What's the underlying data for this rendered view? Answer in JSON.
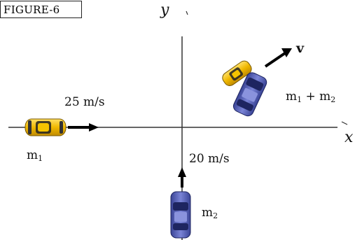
{
  "figure": {
    "label": "FIGURE-6"
  },
  "axes": {
    "x_label": "x",
    "y_label": "y"
  },
  "car1": {
    "mass_label": "m",
    "mass_sub": "1",
    "speed_label": "25 m/s",
    "color": "#f0c020"
  },
  "car2": {
    "mass_label": "m",
    "mass_sub": "2",
    "speed_label": "20 m/s",
    "color": "#5560b8"
  },
  "combined": {
    "label_m1": "m",
    "sub1": "1",
    "plus": " + m",
    "sub2": "2",
    "velocity_label": "v"
  }
}
